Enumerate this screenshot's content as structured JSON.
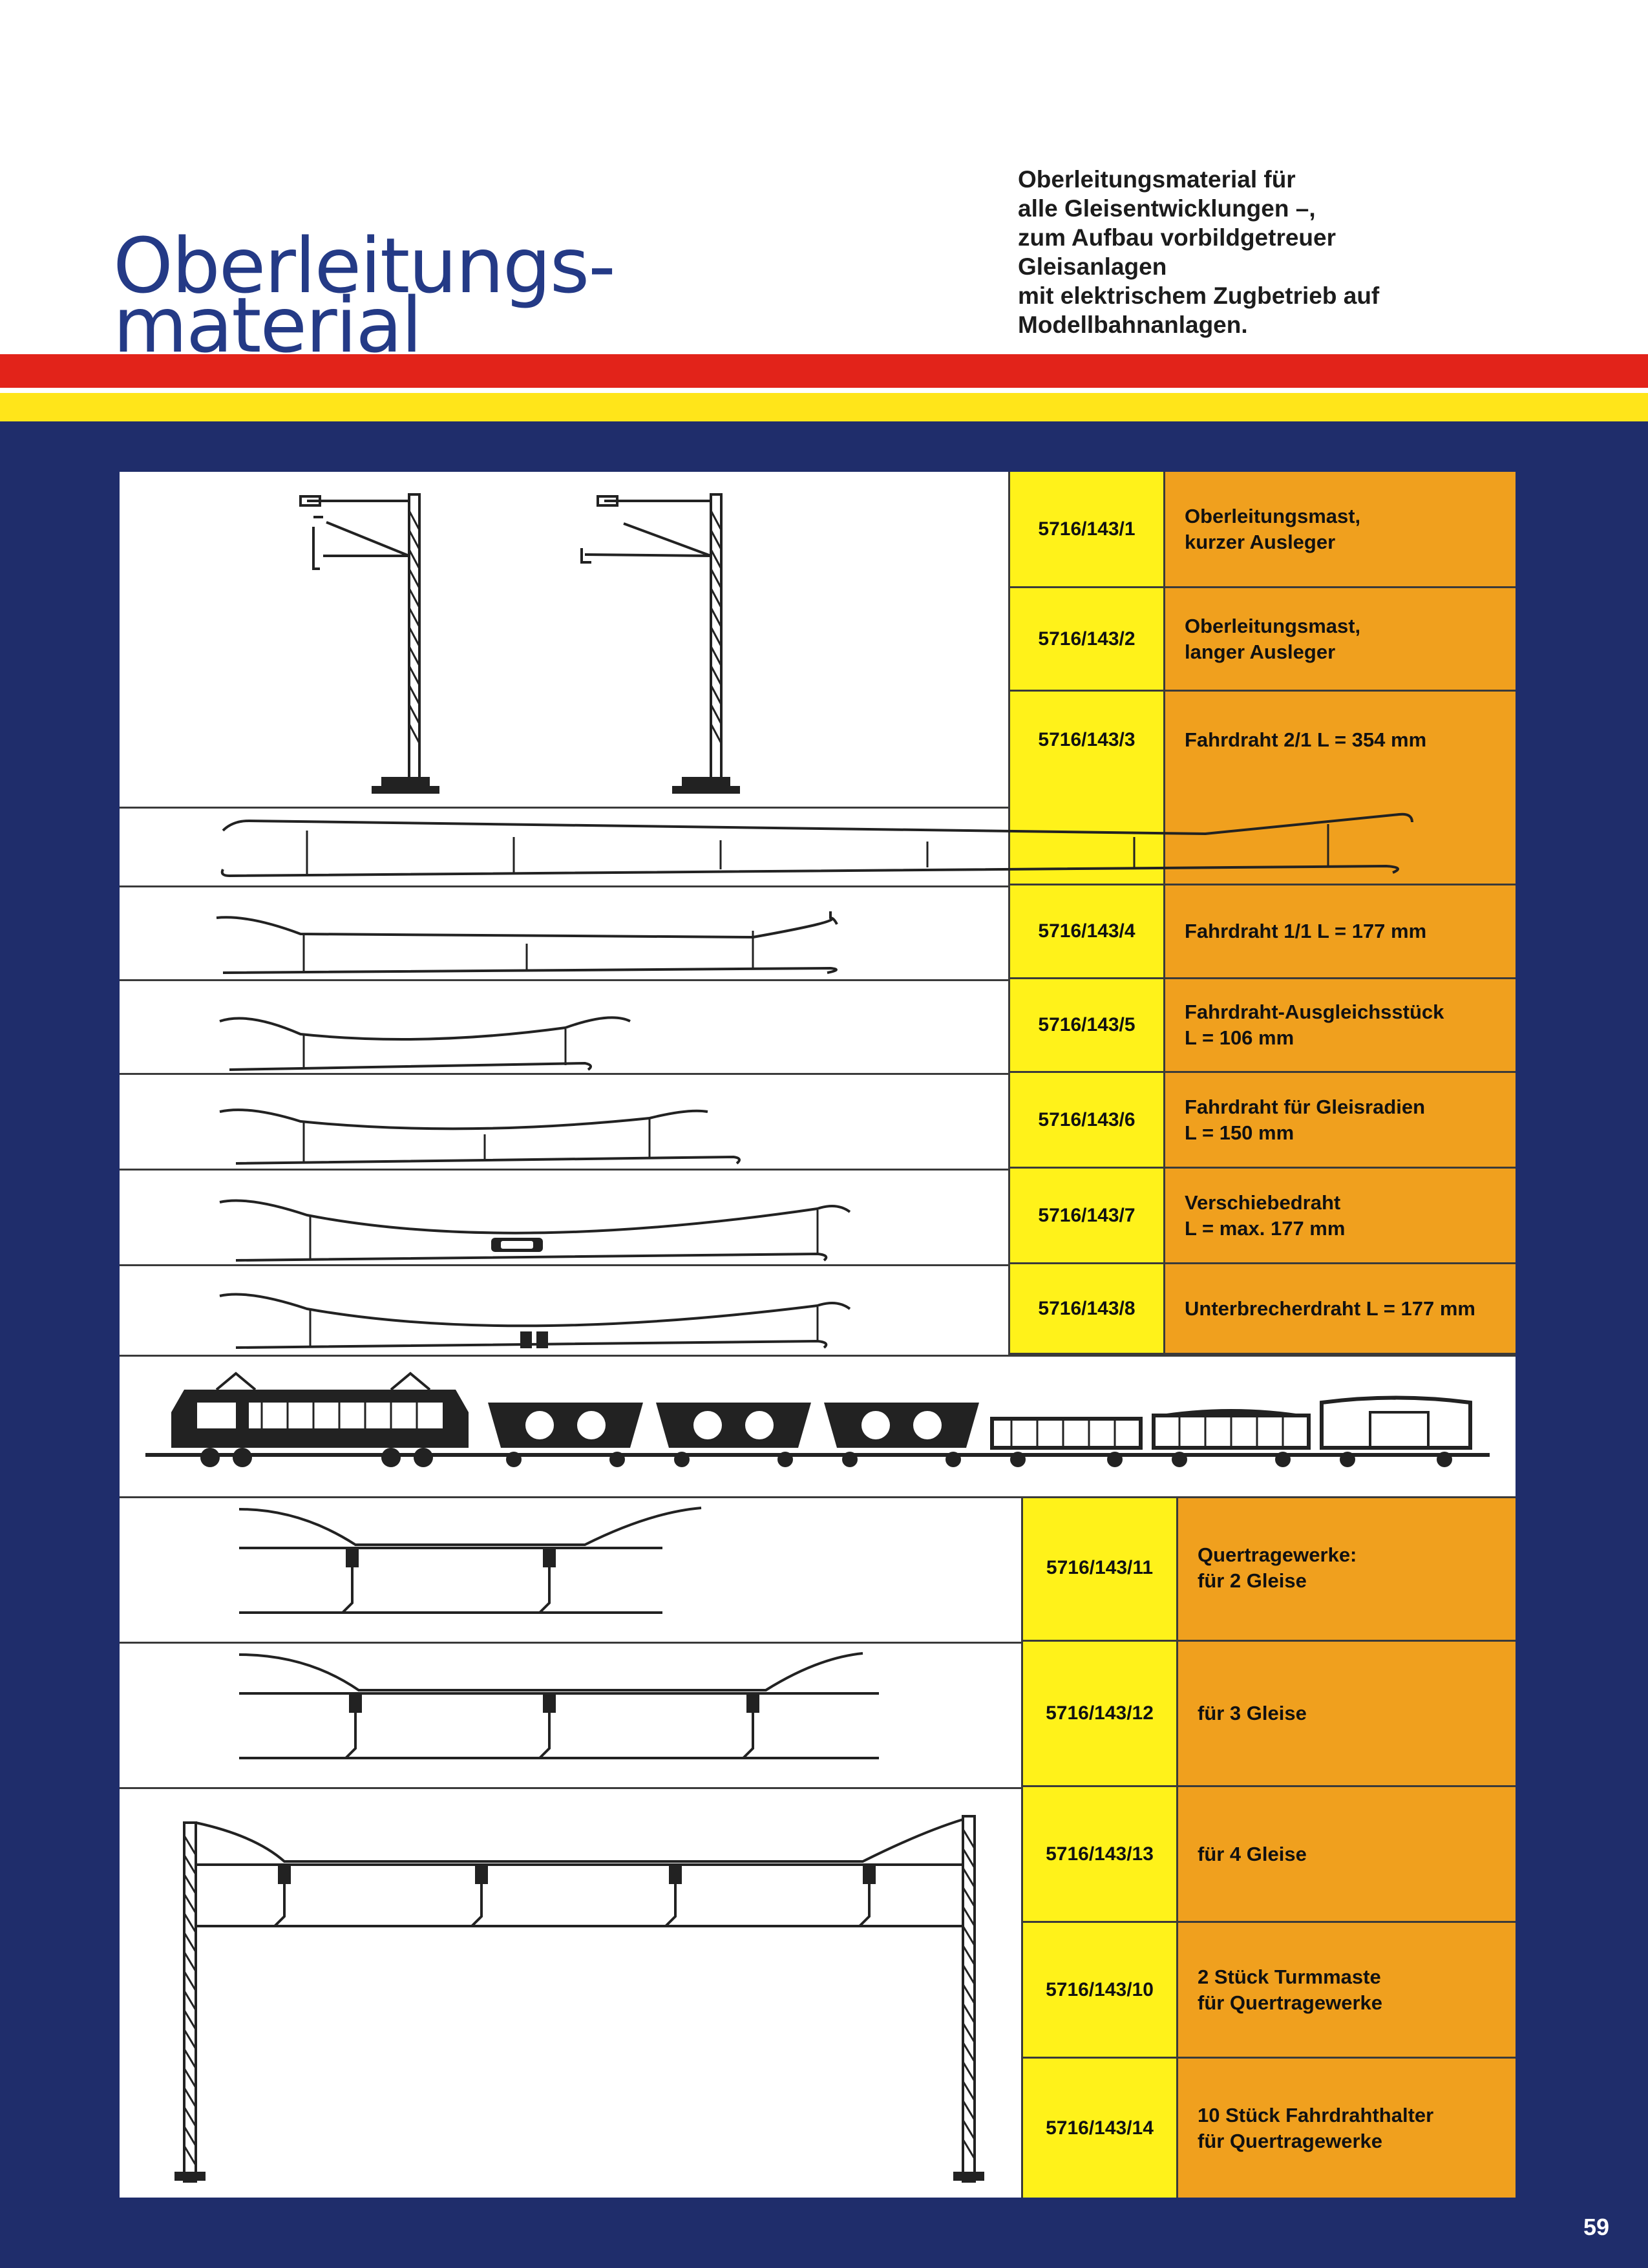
{
  "header": {
    "title_line1": "Oberleitungs-",
    "title_line2": "material",
    "intro_lines": [
      "Oberleitungsmaterial für",
      "alle Gleisentwicklungen –,",
      "zum Aufbau vorbildgetreuer",
      "Gleisanlagen",
      "mit elektrischem Zugbetrieb auf",
      "Modellbahnanlagen."
    ]
  },
  "items": [
    {
      "code": "5716/143/1",
      "desc": "Oberleitungsmast,\nkurzer Ausleger"
    },
    {
      "code": "5716/143/2",
      "desc": "Oberleitungsmast,\nlanger Ausleger"
    },
    {
      "code": "5716/143/3",
      "desc": "Fahrdraht 2/1 L = 354 mm"
    },
    {
      "code": "5716/143/4",
      "desc": "Fahrdraht 1/1 L = 177 mm"
    },
    {
      "code": "5716/143/5",
      "desc": "Fahrdraht-Ausgleichsstück\nL = 106 mm"
    },
    {
      "code": "5716/143/6",
      "desc": "Fahrdraht für Gleisradien\nL = 150 mm"
    },
    {
      "code": "5716/143/7",
      "desc": "Verschiebedraht\nL = max. 177 mm"
    },
    {
      "code": "5716/143/8",
      "desc": "Unterbrecherdraht L = 177 mm"
    },
    {
      "code": "5716/143/11",
      "desc": "Quertragewerke:\nfür 2 Gleise"
    },
    {
      "code": "5716/143/12",
      "desc": "für 3 Gleise"
    },
    {
      "code": "5716/143/13",
      "desc": "für 4 Gleise"
    },
    {
      "code": "5716/143/10",
      "desc": "2 Stück Turmmaste\nfür Quertragewerke"
    },
    {
      "code": "5716/143/14",
      "desc": "10 Stück Fahrdrahthalter\nfür Quertragewerke"
    }
  ],
  "colors": {
    "red": "#e2231a",
    "yellow": "#ffe51a",
    "blue": "#1f2d6b",
    "orange": "#f0a01e",
    "code_yellow": "#fff21a"
  },
  "page_number": "59"
}
